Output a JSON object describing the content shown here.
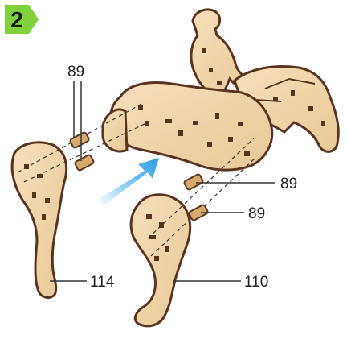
{
  "step": {
    "number": "2",
    "badge_color": "#7fd13b"
  },
  "callouts": [
    {
      "label": "89"
    },
    {
      "label": "89"
    },
    {
      "label": "89"
    },
    {
      "label": "114"
    },
    {
      "label": "110"
    }
  ],
  "colors": {
    "wood": "#f2d7ad",
    "wood_edge": "#5a3420",
    "arrow": "#3aa7e8",
    "line": "#333333"
  }
}
